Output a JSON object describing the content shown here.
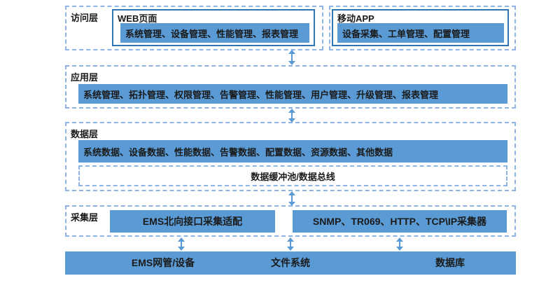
{
  "colors": {
    "fill_blue": "#5b9bd5",
    "solid_border_blue": "#2e75b6",
    "dashed_border_blue": "#8eb4e3",
    "arrow_blue": "#5b9bd5",
    "text": "#1a1a1a",
    "background": "#ffffff"
  },
  "layers": {
    "access": {
      "label": "访问层",
      "web_panel": {
        "title": "WEB页面",
        "items": "系统管理、设备管理、性能管理、报表管理"
      },
      "mobile_panel": {
        "title": "移动APP",
        "items": "设备采集、工单管理、配置管理"
      }
    },
    "application": {
      "label": "应用层",
      "items": "系统管理、拓扑管理、权限管理、告警管理、性能管理、用户管理、升级管理、报表管理"
    },
    "data": {
      "label": "数据层",
      "items": "系统数据、设备数据、性能数据、告警数据、配置数据、资源数据、其他数据",
      "bus_label": "数据缓冲池/数据总线"
    },
    "collection": {
      "label": "采集层",
      "adapter_box": "EMS北向接口采集适配",
      "collector_box": "SNMP、TR069、HTTP、TCP\\IP采集器"
    },
    "resources": {
      "ems": "EMS网管/设备",
      "file_system": "文件系统",
      "database": "数据库"
    }
  }
}
